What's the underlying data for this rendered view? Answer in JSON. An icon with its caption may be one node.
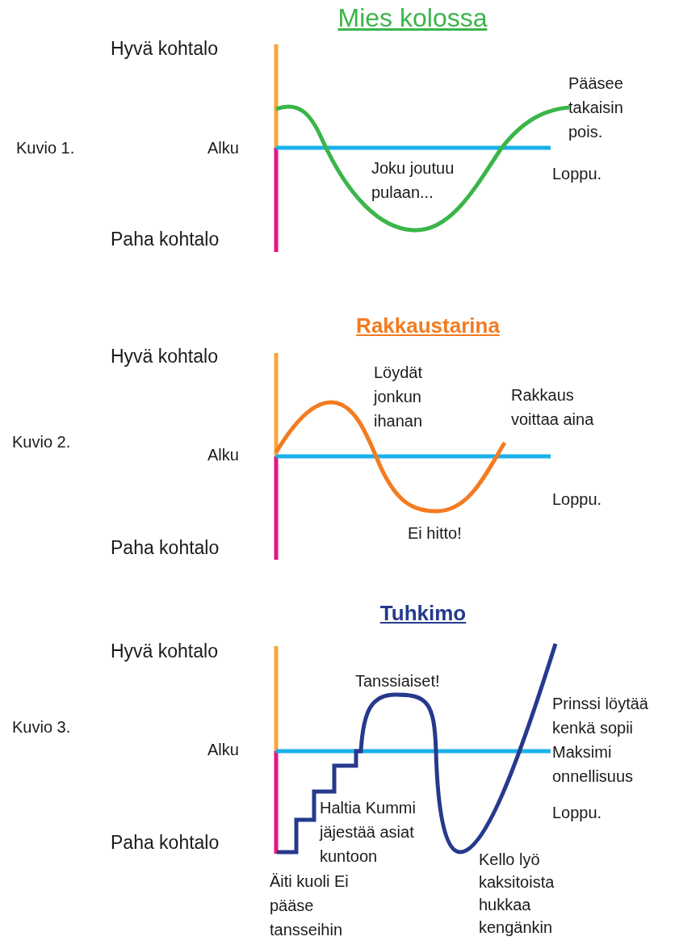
{
  "diagram": {
    "labels": [
      "Mies kolossa",
      "Hyvä kohtalo",
      "Pääsee takaisin pois.",
      "Kuvio 1.",
      "Alku",
      "Joku joutuu pulaan...",
      "Loppu.",
      "Paha kohtalo",
      "Rakkaustarina",
      "Hyvä kohtalo",
      "Löydät jonkun ihanan",
      "Rakkaus voittaa aina",
      "Kuvio 2.",
      "Alku",
      "Loppu.",
      "Ei hitto!",
      "Paha kohtalo",
      "Tuhkimo",
      "Hyvä kohtalo",
      "Tanssiaiset!",
      "Prinssi löytää kenkä sopii Maksimi onnellisuus",
      "Kuvio 3.",
      "Alku",
      "Haltia Kummi jäjestää asiat kuntoon",
      "Loppu.",
      "Paha kohtalo",
      "Äiti kuoli Ei pääse tansseihin",
      "Kello lyö kaksitoista hukkaa kengänkin"
    ]
  }
}
